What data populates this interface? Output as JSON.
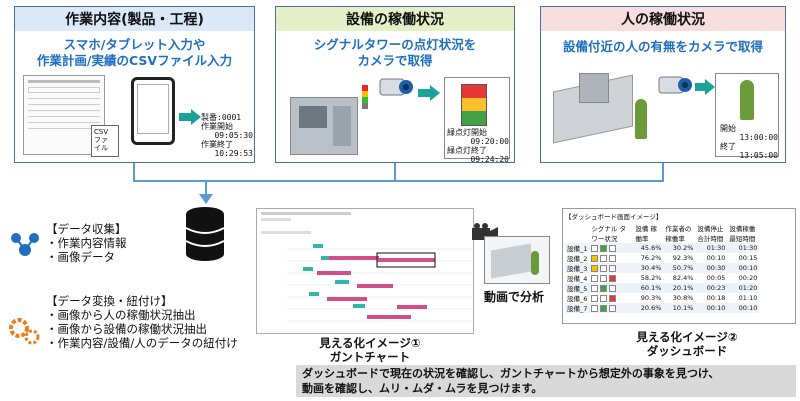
{
  "panels": {
    "left": {
      "title": "作業内容(製品・工程)",
      "subtitle_1": "スマホ/タブレット入力や",
      "subtitle_2": "作業計画/実績のCSVファイル入力",
      "csv_label_1": "CSV",
      "csv_label_2": "ファ",
      "csv_label_3": "イル",
      "readout": [
        "製番:0001",
        "作業開始",
        "09:05:30",
        "作業終了",
        "10:29:53"
      ],
      "head_color": "#dbe8f7"
    },
    "middle": {
      "title": "設備の稼働状況",
      "subtitle_1": "シグナルタワーの点灯状況を",
      "subtitle_2": "カメラで取得",
      "readout": [
        "緑点灯開始",
        "09:20:00",
        "緑点灯終了",
        "09:24:20"
      ],
      "head_color": "#e6f0c8"
    },
    "right": {
      "title": "人の稼働状況",
      "subtitle_1": "設備付近の人の有無をカメラで取得",
      "readout": [
        "開始",
        "13:00:00",
        "終了",
        "13:05:00"
      ],
      "head_color": "#f7dede"
    }
  },
  "left_notes": {
    "collect_title": "【データ収集】",
    "collect_items": [
      "・作業内容情報",
      "・画像データ"
    ],
    "convert_title": "【データ変換・紐付け】",
    "convert_items": [
      "・画像から人の稼働状況抽出",
      "・画像から設備の稼働状況抽出",
      "・作業内容/設備/人のデータの紐付け"
    ]
  },
  "gantt": {
    "caption_1": "見える化イメージ①",
    "caption_2": "ガントチャート",
    "video_label": "動画で分析"
  },
  "dashboard": {
    "title": "【ダッシュボード画面イメージ】",
    "caption_1": "見える化イメージ②",
    "caption_2": "ダッシュボード",
    "headers": [
      "",
      "シグナル タワー状況",
      "設備 稼働率",
      "作業者の 稼働率",
      "設備停止 合計時間",
      "設備稼働 最短時間"
    ],
    "rows": [
      {
        "name": "設備_1",
        "c1": "45.6%",
        "c2": "30.2%",
        "c3": "01:30",
        "c4": "01:30",
        "lamp": 2
      },
      {
        "name": "設備_2",
        "c1": "76.2%",
        "c2": "92.3%",
        "c3": "00:10",
        "c4": "00:15",
        "lamp": 1
      },
      {
        "name": "設備_3",
        "c1": "30.4%",
        "c2": "50.7%",
        "c3": "00:30",
        "c4": "00:10",
        "lamp": 1
      },
      {
        "name": "設備_4",
        "c1": "58.2%",
        "c2": "82.4%",
        "c3": "00:05",
        "c4": "00:20",
        "lamp": 3
      },
      {
        "name": "設備_5",
        "c1": "60.1%",
        "c2": "20.1%",
        "c3": "00:23",
        "c4": "01:20",
        "lamp": 2
      },
      {
        "name": "設備_6",
        "c1": "90.3%",
        "c2": "30.8%",
        "c3": "00:18",
        "c4": "01:10",
        "lamp": 3
      },
      {
        "name": "設備_7",
        "c1": "20.6%",
        "c2": "10.1%",
        "c3": "00:10",
        "c4": "00:10",
        "lamp": 2
      }
    ]
  },
  "bottom_note_1": "ダッシュボードで現在の状況を確認し、ガントチャートから想定外の事象を見つけ、",
  "bottom_note_2": "動画を確認し、ムリ・ムダ・ムラを見つけます。",
  "colors": {
    "accent_blue": "#1f6fc0",
    "line_blue": "#5b9bd5",
    "arrow_teal": "#1aa39a",
    "gantt_pink": "#d14f86",
    "gantt_teal": "#33b7a8"
  }
}
